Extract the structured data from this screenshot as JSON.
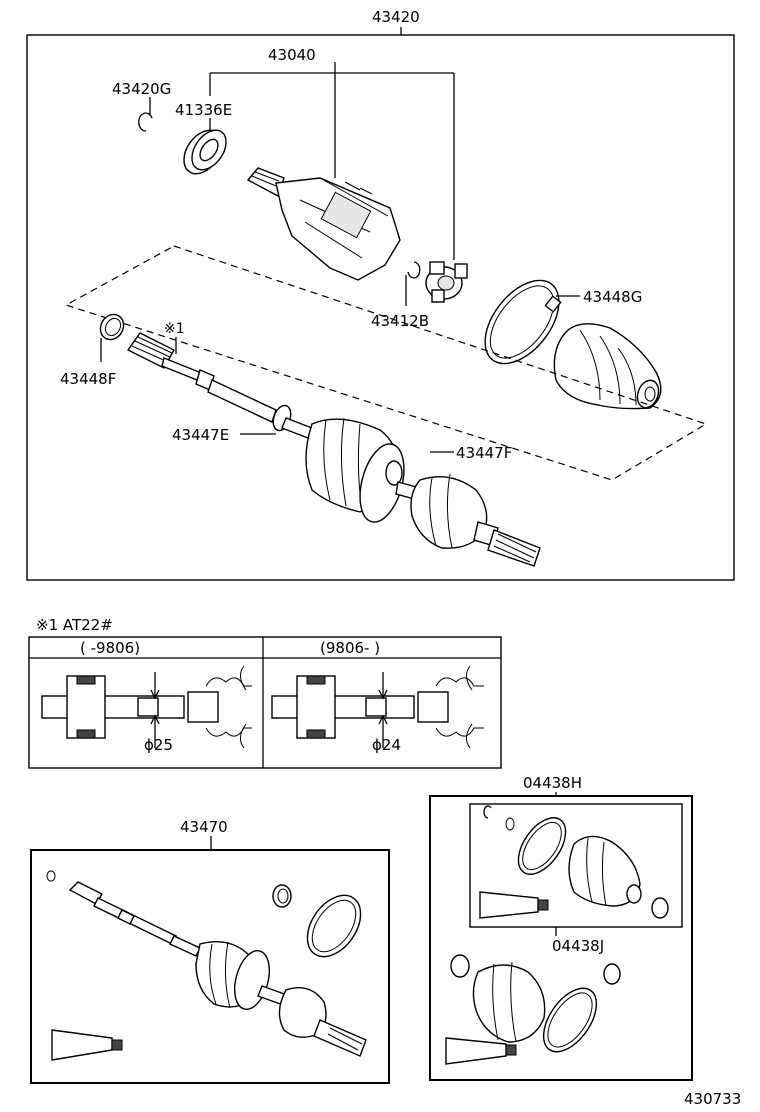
{
  "main_assembly": {
    "part_no": "43420",
    "labels": {
      "outer_joint": "43040",
      "snap_ring": "43420G",
      "dust_deflector": "41336E",
      "hole_snap_ring": "43412B",
      "outboard_boot_clamp": "43448G",
      "small_clamp": "43448F",
      "note_marker": "※1",
      "inboard_clamp_e": "43447E",
      "inboard_clamp_f": "43447F"
    }
  },
  "note_table": {
    "title": "※1 AT22#",
    "columns": [
      {
        "header": "(      -9806)",
        "diameter": "ϕ25"
      },
      {
        "header": "(9806-        )",
        "diameter": "ϕ24"
      }
    ]
  },
  "shaft_assembly": {
    "part_no": "43470"
  },
  "boot_kit": {
    "outer_kit": "04438H",
    "inner_kit": "04438J"
  },
  "figure_id": "430733"
}
